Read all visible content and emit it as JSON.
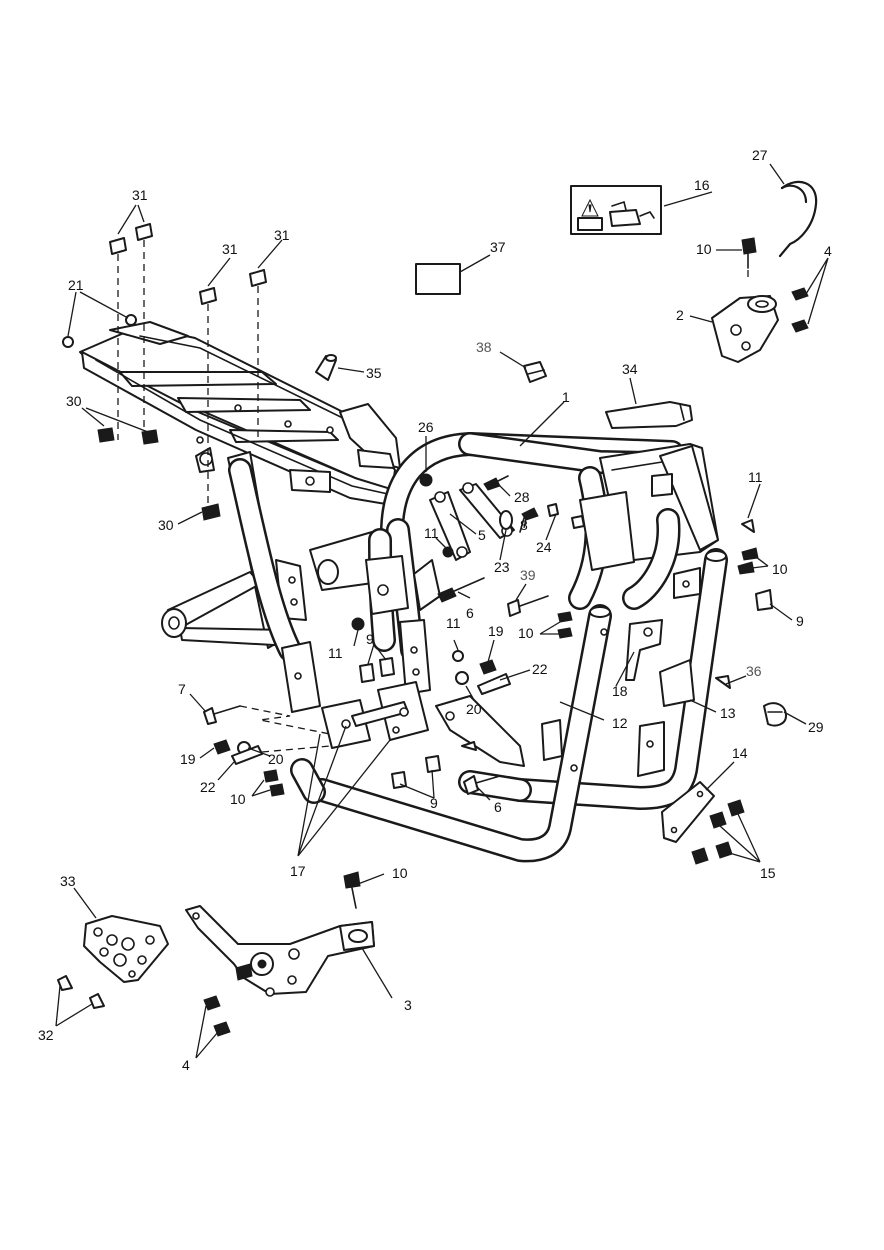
{
  "callouts": {
    "c1": "1",
    "c2": "2",
    "c3": "3",
    "c4a": "4",
    "c4b": "4",
    "c5": "5",
    "c6a": "6",
    "c6b": "6",
    "c7": "7",
    "c8": "8",
    "c9a": "9",
    "c9b": "9",
    "c9c": "9",
    "c10a": "10",
    "c10b": "10",
    "c10c": "10",
    "c10d": "10",
    "c10e": "10",
    "c11a": "11",
    "c11b": "11",
    "c11c": "11",
    "c11d": "11",
    "c12": "12",
    "c13": "13",
    "c14": "14",
    "c15": "15",
    "c16": "16",
    "c17": "17",
    "c18": "18",
    "c19a": "19",
    "c19b": "19",
    "c20a": "20",
    "c20b": "20",
    "c21": "21",
    "c22a": "22",
    "c22b": "22",
    "c23": "23",
    "c24": "24",
    "c26": "26",
    "c27": "27",
    "c28": "28",
    "c29": "29",
    "c30a": "30",
    "c30b": "30",
    "c31a": "31",
    "c31b": "31",
    "c31c": "31",
    "c32": "32",
    "c33": "33",
    "c34": "34",
    "c35": "35",
    "c36": "36",
    "c37": "37",
    "c38": "38",
    "c39": "39"
  },
  "colors": {
    "line": "#1a1a1a",
    "background": "#ffffff",
    "faded_label": "#555555"
  },
  "icons": {
    "warning_label": "warning-triangle-book-oilcan-icon"
  }
}
